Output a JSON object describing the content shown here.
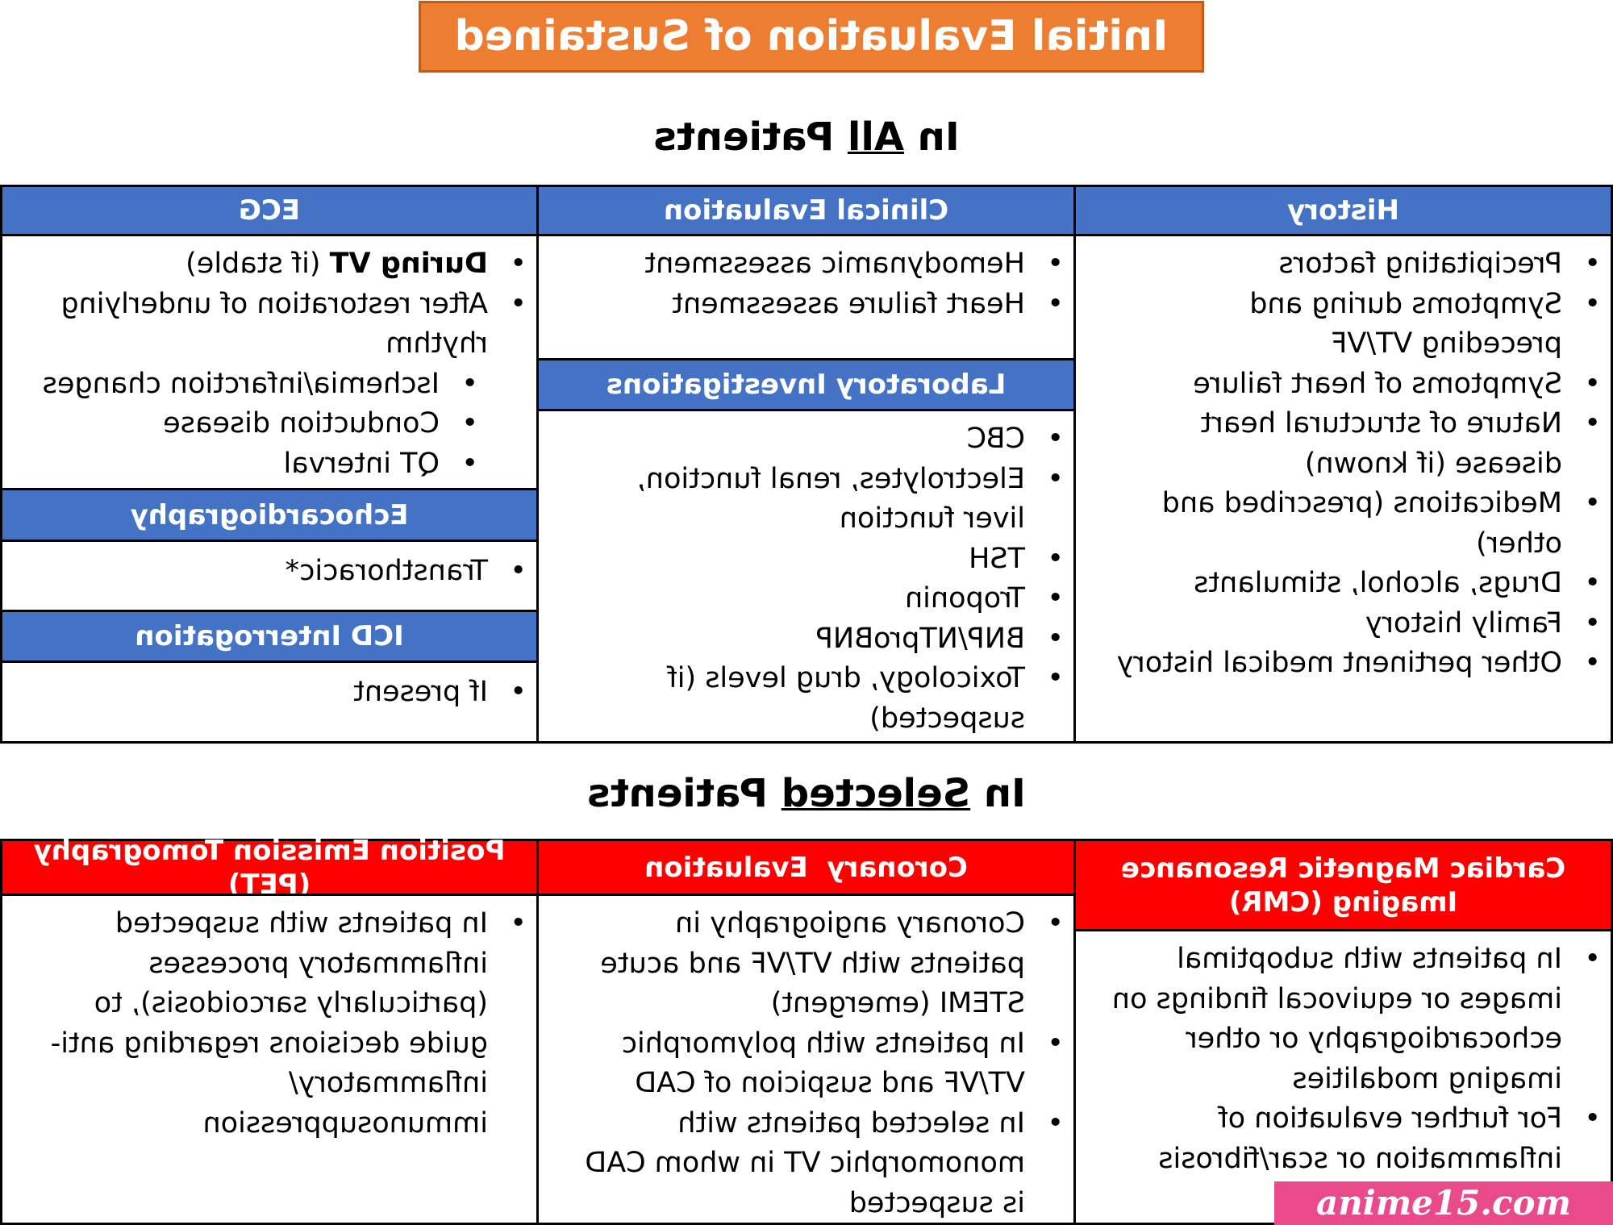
{
  "title": "Initial Evaluation of Sustained VT/VF",
  "all_patients": {
    "heading_prefix": "In ",
    "heading_underlined": "All",
    "heading_suffix": " Patients",
    "history": {
      "header": "History",
      "items": [
        "Precipitating factors",
        "Symptoms during and preceding VT/VF",
        "Symptoms of heart failure",
        "Nature of structural heart disease (if known)",
        "Medications (prescribed and other)",
        "Drugs, alcohol, stimulants",
        "Family history",
        "Other pertinent medical history"
      ]
    },
    "clinical": {
      "header": "Clinical Evaluation",
      "items": [
        "Hemodynamic assessment",
        "Heart failure assessment"
      ]
    },
    "lab": {
      "header": "Laboratory Investigations",
      "items": [
        "CBC",
        "Electrolytes, renal function, liver function",
        "TSH",
        "Troponin",
        "BNP/NTproBNP",
        "Toxicology, drug levels (if suspected)"
      ]
    },
    "ecg": {
      "header": "ECG",
      "during_bold": "During VT",
      "during_rest": " (if stable)",
      "after": "After restoration of underlying rhythm",
      "sub_items": [
        "Ischemia/infarction changes",
        "Conduction disease",
        "QT interval"
      ]
    },
    "echo": {
      "header": "Echocardiography",
      "items": [
        "Transthoracic*"
      ]
    },
    "icd": {
      "header": "ICD Interrogation",
      "items": [
        "If present"
      ]
    }
  },
  "selected_patients": {
    "heading_prefix": "In ",
    "heading_underlined": "Selected",
    "heading_suffix": " Patients",
    "cmr": {
      "header": "Cardiac Magnetic Resonance Imaging (CMR)",
      "items": [
        "In patients with suboptimal images or equivocal findings on echocardiography or other imaging modalities",
        "For further evaluation of inflammation or scar/fibrosis"
      ]
    },
    "coronary": {
      "header": "Coronary  Evaluation",
      "items": [
        "Coronary angiography in patients with VT/VF and acute STEMI (emergent)",
        "In patients with polymorphic VT/VF and suspicion of CAD",
        "In selected patients with monomorphic VT in whom CAD is suspected"
      ]
    },
    "pet": {
      "header": "Position Emission Tomography (PET)",
      "items": [
        "In patients with suspected inflammatory processes (particularly sarcoidosis), to guide decisions regarding anti-inflammatory/ immunosuppression"
      ]
    }
  },
  "watermark": "anime15.com"
}
